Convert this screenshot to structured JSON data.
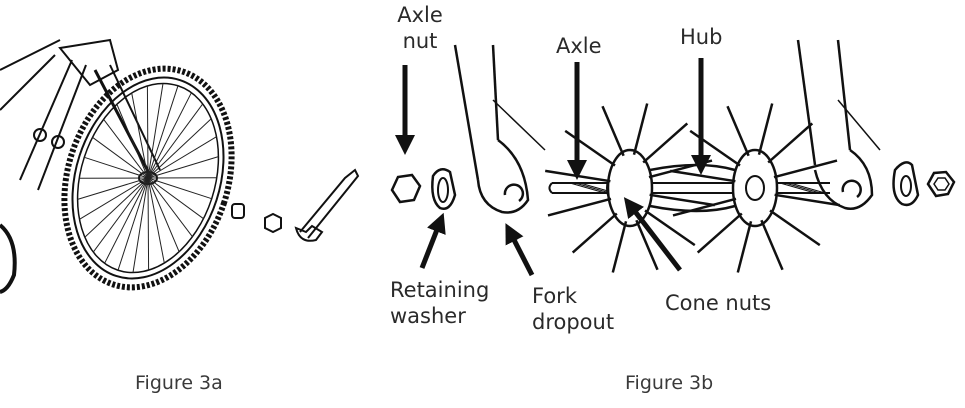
{
  "figure_a": {
    "caption": "Figure 3a"
  },
  "figure_b": {
    "caption": "Figure 3b",
    "labels": {
      "axle_nut": [
        "Axle",
        "nut"
      ],
      "axle": "Axle",
      "hub": "Hub",
      "retaining_washer": [
        "Retaining",
        "washer"
      ],
      "fork_dropout": [
        "Fork",
        "dropout"
      ],
      "cone_nuts": "Cone nuts"
    }
  },
  "colors": {
    "line": "#111111",
    "text": "#2a2a2a"
  }
}
